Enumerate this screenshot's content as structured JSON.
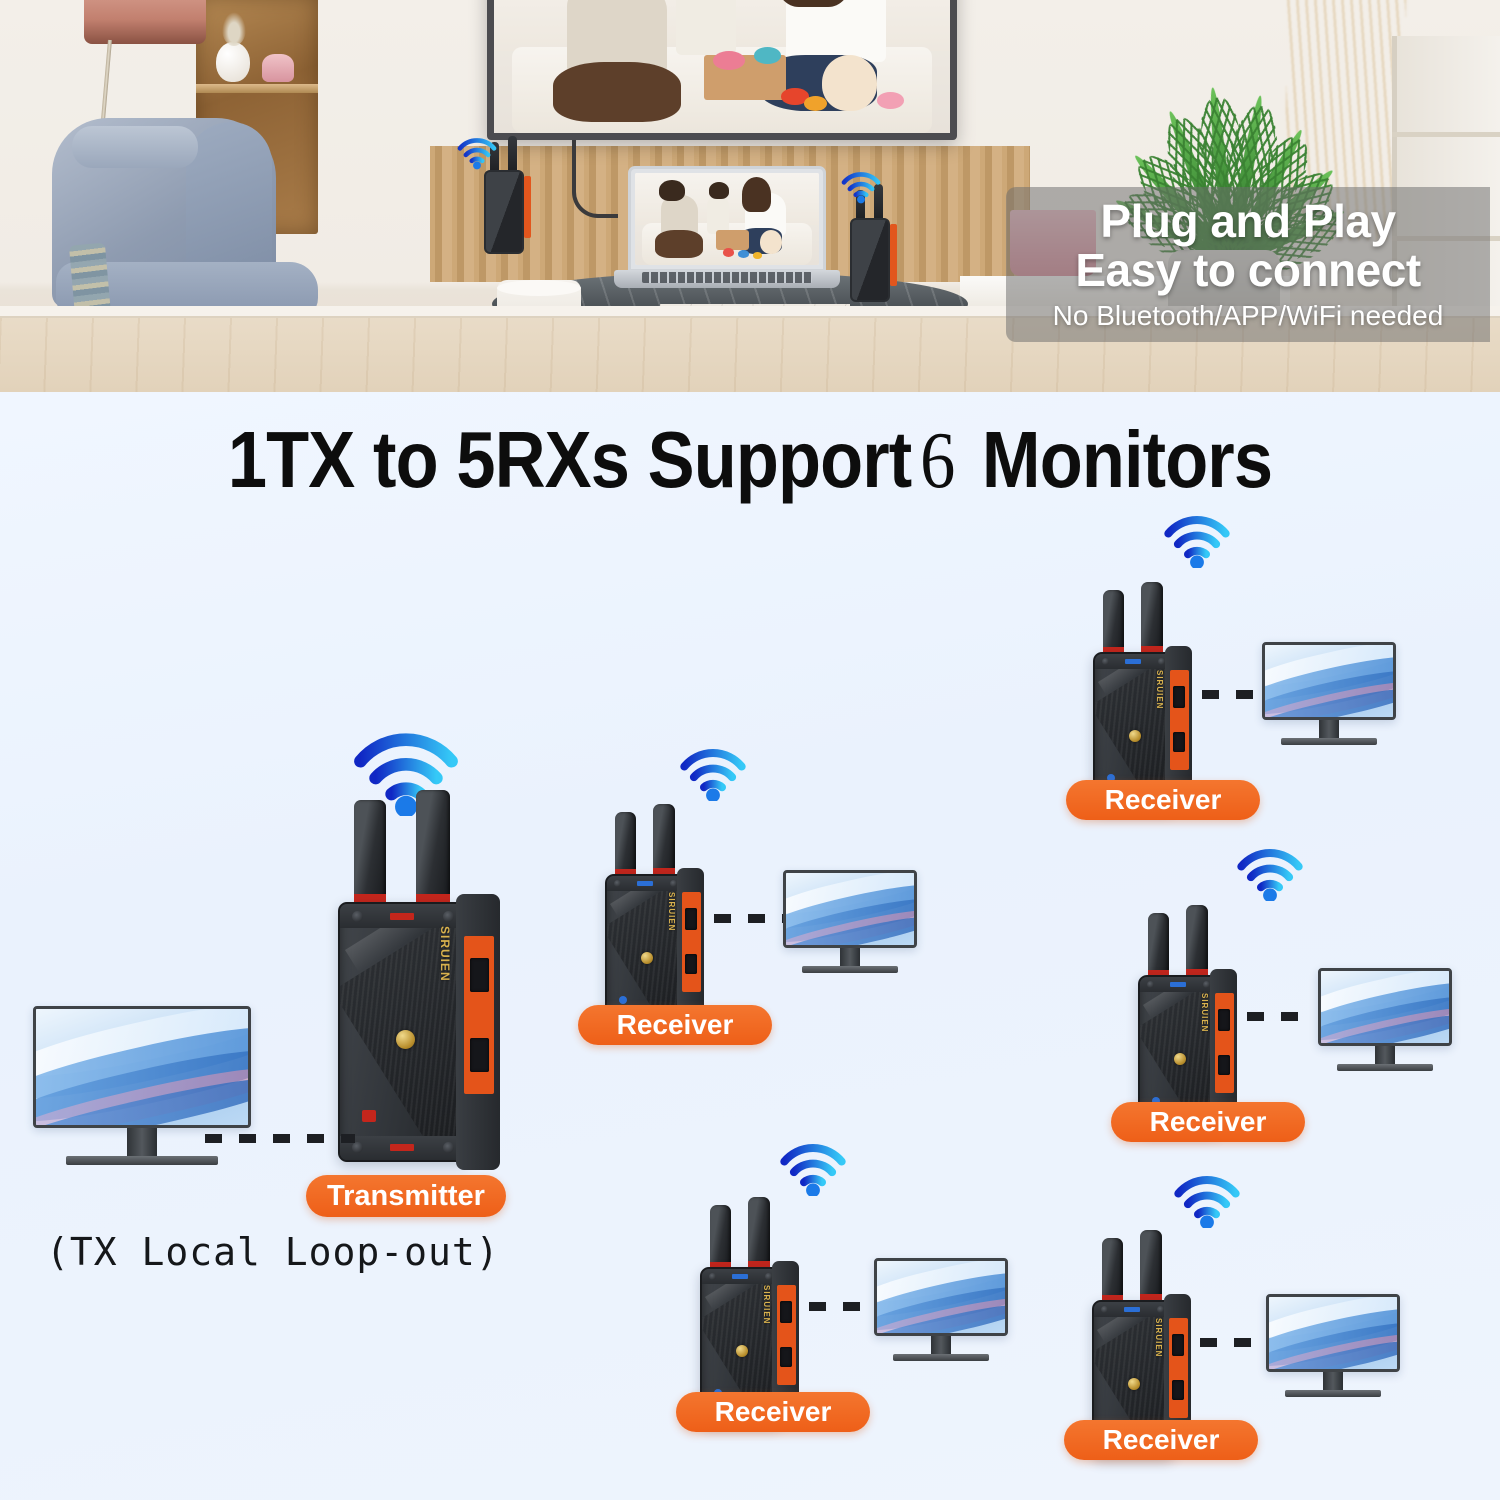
{
  "hero": {
    "overlay": {
      "line1": "Plug and Play",
      "line2": "Easy to connect",
      "line3": "No Bluetooth/APP/WiFi needed",
      "panel_color": "#6e6e6e"
    },
    "scene_description": "living-room-photo",
    "devices": [
      {
        "name": "hero-transmitter-near-tv",
        "label": ""
      },
      {
        "name": "hero-receiver-on-table",
        "label": ""
      }
    ]
  },
  "diagram": {
    "headline": {
      "part1": "1TX to 5RXs Support",
      "count": "6",
      "part2": "Monitors"
    },
    "note": "(TX Local Loop-out)",
    "background_color": "#eef4fd",
    "accent_color": "#ee5f18",
    "wifi_color": "#1a74e8",
    "nodes": [
      {
        "id": "transmitter",
        "label": "Transmitter",
        "role": "transmitter",
        "has_wifi": true,
        "monitor_side": "left"
      },
      {
        "id": "receiver-1",
        "label": "Receiver",
        "role": "receiver",
        "has_wifi": true,
        "monitor_side": "right"
      },
      {
        "id": "receiver-2",
        "label": "Receiver",
        "role": "receiver",
        "has_wifi": true,
        "monitor_side": "right"
      },
      {
        "id": "receiver-3",
        "label": "Receiver",
        "role": "receiver",
        "has_wifi": true,
        "monitor_side": "right"
      },
      {
        "id": "receiver-4",
        "label": "Receiver",
        "role": "receiver",
        "has_wifi": true,
        "monitor_side": "right"
      },
      {
        "id": "receiver-5",
        "label": "Receiver",
        "role": "receiver",
        "has_wifi": true,
        "monitor_side": "right"
      }
    ],
    "monitor_count": 6,
    "icons": {
      "wifi": "wifi-icon",
      "monitor": "monitor-icon",
      "device": "wireless-device-icon"
    }
  }
}
